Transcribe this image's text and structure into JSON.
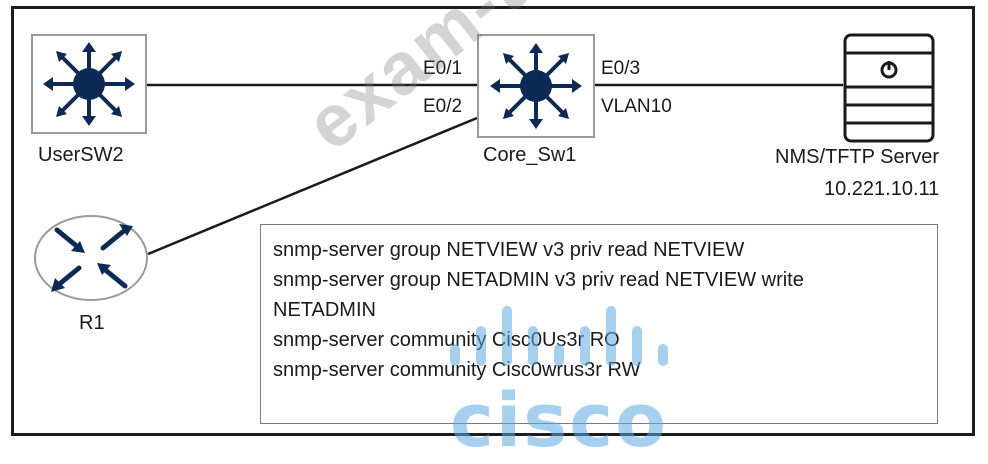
{
  "devices": {
    "usersw2": {
      "label": "UserSW2",
      "icon": "layer3-switch-icon"
    },
    "core": {
      "label": "Core_Sw1",
      "icon": "layer3-switch-icon"
    },
    "r1": {
      "label": "R1",
      "icon": "router-icon"
    },
    "server": {
      "label": "NMS/TFTP Server",
      "ip": "10.221.10.11",
      "icon": "server-icon"
    }
  },
  "ports": {
    "e01": "E0/1",
    "e02": "E0/2",
    "e03": "E0/3",
    "vlan": "VLAN10"
  },
  "config": [
    "snmp-server group NETVIEW v3 priv read NETVIEW",
    "snmp-server group NETADMIN v3 priv read NETVIEW write",
    "NETADMIN",
    "snmp-server community Cisc0Us3r RO",
    "snmp-server community Cisc0wrus3r RW"
  ],
  "watermark": {
    "text": "exam-tests.com",
    "brand": "cisco"
  },
  "colors": {
    "device_fill": "#0d2a56",
    "watermark_blue": "#5caae2"
  }
}
